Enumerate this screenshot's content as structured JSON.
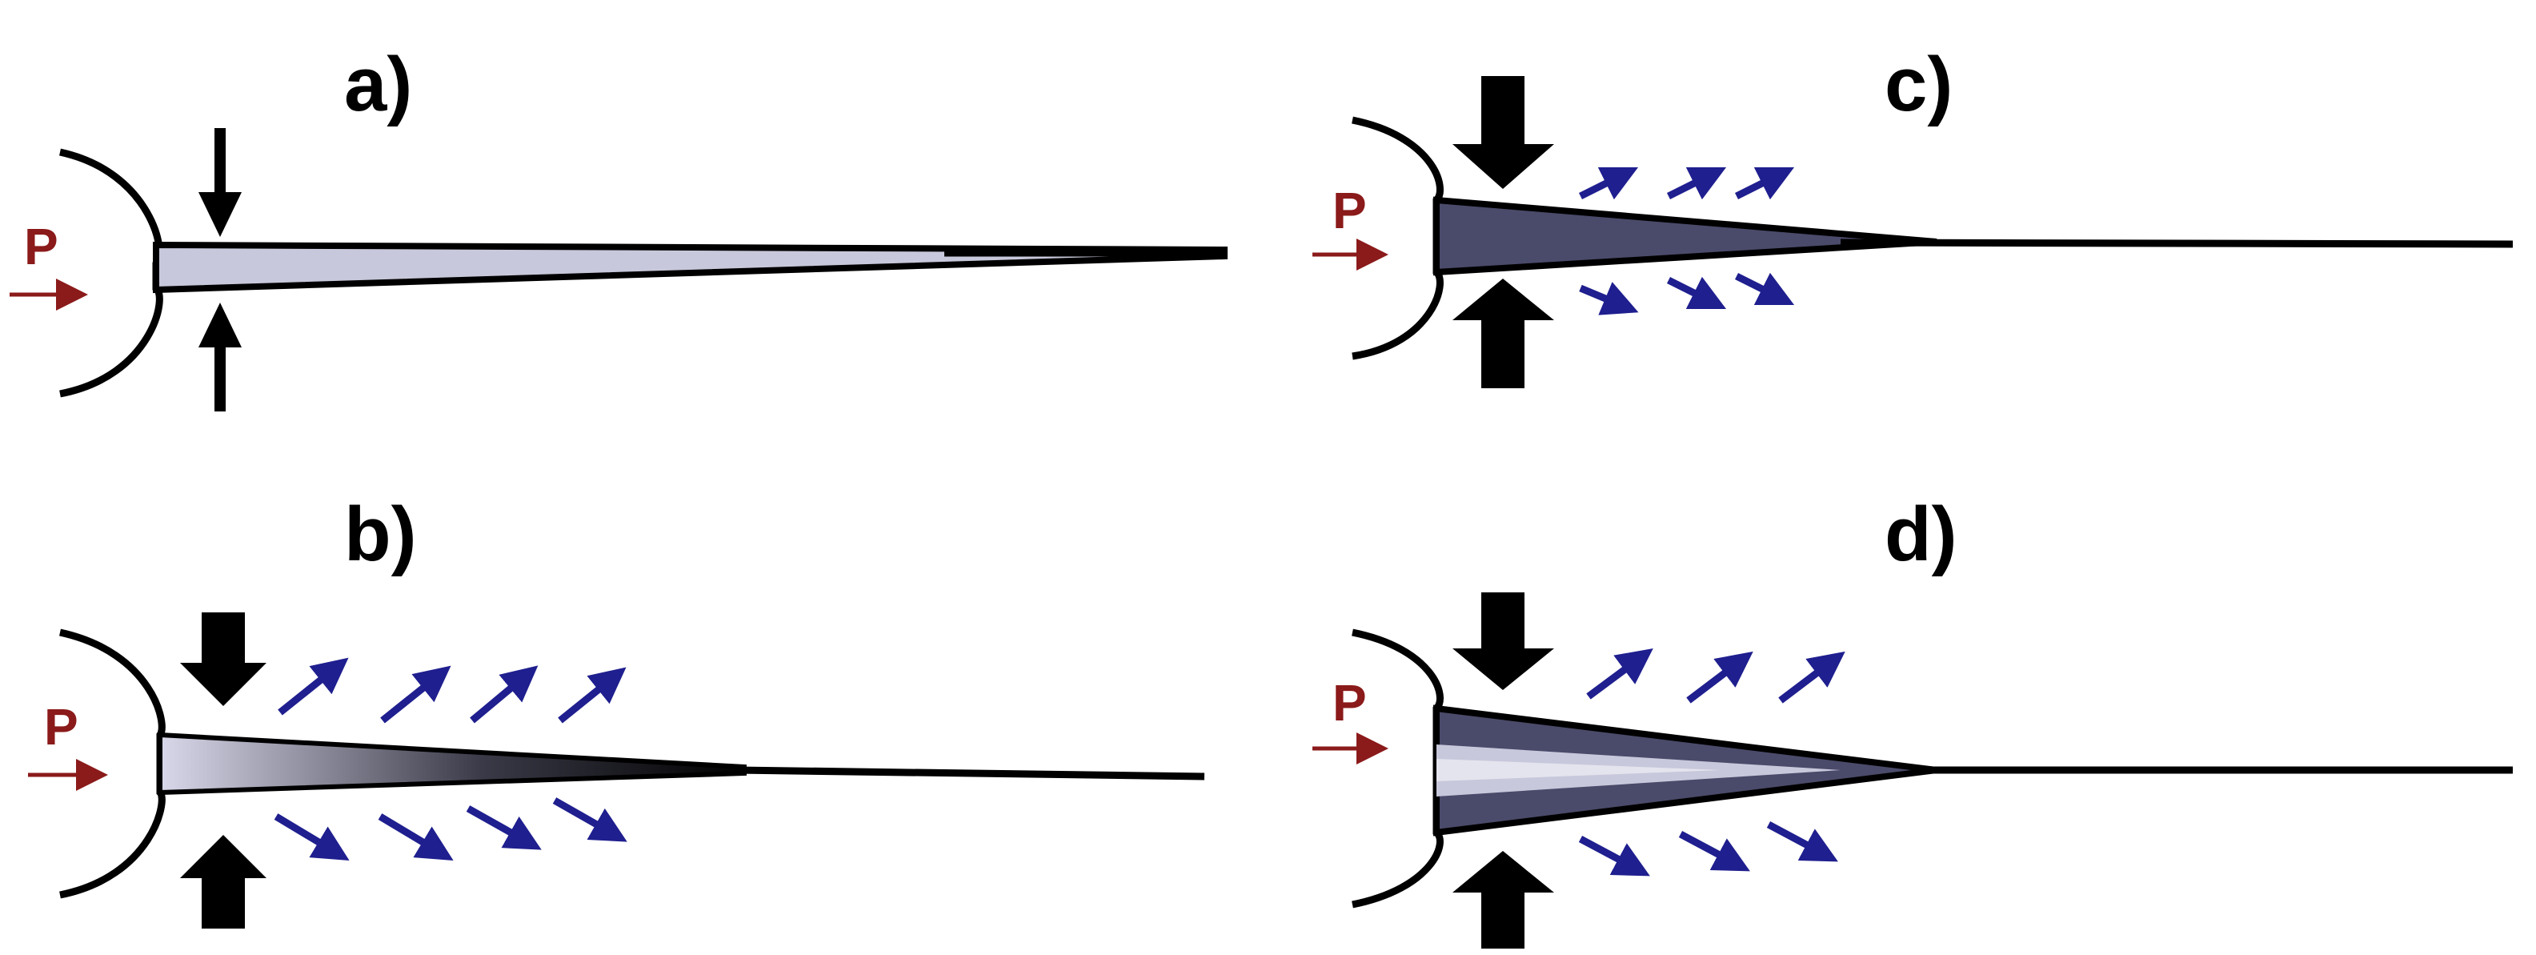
{
  "panels": {
    "a": {
      "label": "a)",
      "pressure_label": "P"
    },
    "b": {
      "label": "b)",
      "pressure_label": "P"
    },
    "c": {
      "label": "c)",
      "pressure_label": "P"
    },
    "d": {
      "label": "d)",
      "pressure_label": "P"
    }
  },
  "colors": {
    "outline": "#000000",
    "pressure": "#8b1a1a",
    "flow_arrow": "#1f1f8f",
    "crack_light": "#c8c8dc",
    "crack_dark": "#4a4a6a",
    "crack_core": "#e4e4ee"
  },
  "icons": {
    "load_arrow": "black-load-arrow-icon",
    "flow_arrow": "blue-diagonal-arrow-icon",
    "pressure_arrow": "red-pressure-arrow-icon"
  }
}
